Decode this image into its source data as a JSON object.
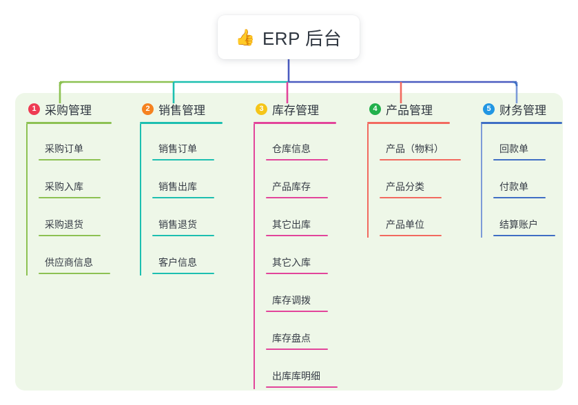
{
  "diagram": {
    "title": "ERP 后台 功能结构图",
    "type": "mind-map",
    "background_color": "#ffffff",
    "panel_color": "#eef7e8"
  },
  "root": {
    "emoji": "👍",
    "emoji_name": "thumbs-up-icon",
    "label": "ERP 后台",
    "stem_color": "#4a5bc0",
    "box_color": "#ffffff"
  },
  "bus": {
    "segments": [
      {
        "color": "#8cc152"
      },
      {
        "color": "#16c0a6"
      },
      {
        "color": "#4a5bc0"
      }
    ]
  },
  "columns": [
    {
      "number": "1",
      "title": "采购管理",
      "badge_color": "#ee3b52",
      "line_color": "#8cc152",
      "drop_color": "#8cc152",
      "title_width": 124,
      "items": [
        {
          "label": "采购订单",
          "rule_width": 90
        },
        {
          "label": "采购入库",
          "rule_width": 90
        },
        {
          "label": "采购退货",
          "rule_width": 90
        },
        {
          "label": "供应商信息",
          "rule_width": 104
        }
      ]
    },
    {
      "number": "2",
      "title": "销售管理",
      "badge_color": "#f58220",
      "line_color": "#1cbfb0",
      "drop_color": "#1cbfb0",
      "title_width": 120,
      "items": [
        {
          "label": "销售订单",
          "rule_width": 90
        },
        {
          "label": "销售出库",
          "rule_width": 90
        },
        {
          "label": "销售退货",
          "rule_width": 90
        },
        {
          "label": "客户信息",
          "rule_width": 90
        }
      ]
    },
    {
      "number": "3",
      "title": "库存管理",
      "badge_color": "#f5c518",
      "line_color": "#e2449a",
      "drop_color": "#e2449a",
      "title_width": 120,
      "items": [
        {
          "label": "仓库信息",
          "rule_width": 90
        },
        {
          "label": "产品库存",
          "rule_width": 90
        },
        {
          "label": "其它出库",
          "rule_width": 90
        },
        {
          "label": "其它入库",
          "rule_width": 90
        },
        {
          "label": "库存调拨",
          "rule_width": 90
        },
        {
          "label": "库存盘点",
          "rule_width": 90
        },
        {
          "label": "出库库明细",
          "rule_width": 104
        }
      ]
    },
    {
      "number": "4",
      "title": "产品管理",
      "badge_color": "#21b04b",
      "line_color": "#f2695f",
      "drop_color": "#f2695f",
      "title_width": 120,
      "items": [
        {
          "label": "产品（物料）",
          "rule_width": 118
        },
        {
          "label": "产品分类",
          "rule_width": 90
        },
        {
          "label": "产品单位",
          "rule_width": 90
        }
      ]
    },
    {
      "number": "5",
      "title": "财务管理",
      "badge_color": "#2196e3",
      "line_color": "#3f6ec4",
      "drop_color": "#7c9ad8",
      "title_width": 118,
      "items": [
        {
          "label": "回款单",
          "rule_width": 76
        },
        {
          "label": "付款单",
          "rule_width": 76
        },
        {
          "label": "结算账户",
          "rule_width": 90
        }
      ]
    }
  ]
}
